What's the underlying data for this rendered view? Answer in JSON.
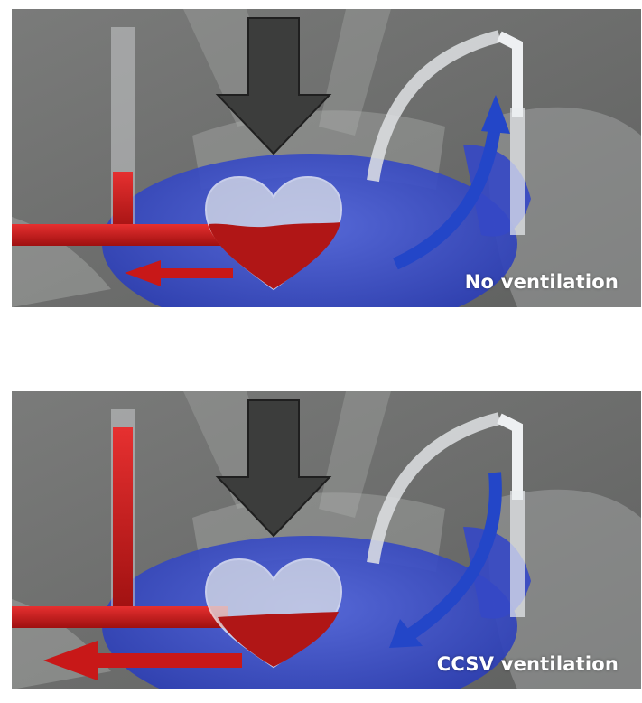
{
  "panels": [
    {
      "id": "top",
      "caption": "No ventilation"
    },
    {
      "id": "bottom",
      "caption": "CCSV ventilation"
    }
  ],
  "colors": {
    "background": "#6d6e6d",
    "blood": "#d42020",
    "airway_blue": "#2346c8",
    "lung_blue": "#3a4fd0",
    "compression_arrow": "#3c3d3c",
    "tube": "#e9ecef"
  },
  "icons": [
    "compression-arrow-icon",
    "heart-icon",
    "blood-flow-arrow-icon",
    "airway-flow-arrow-icon",
    "ventilation-tube-icon"
  ]
}
